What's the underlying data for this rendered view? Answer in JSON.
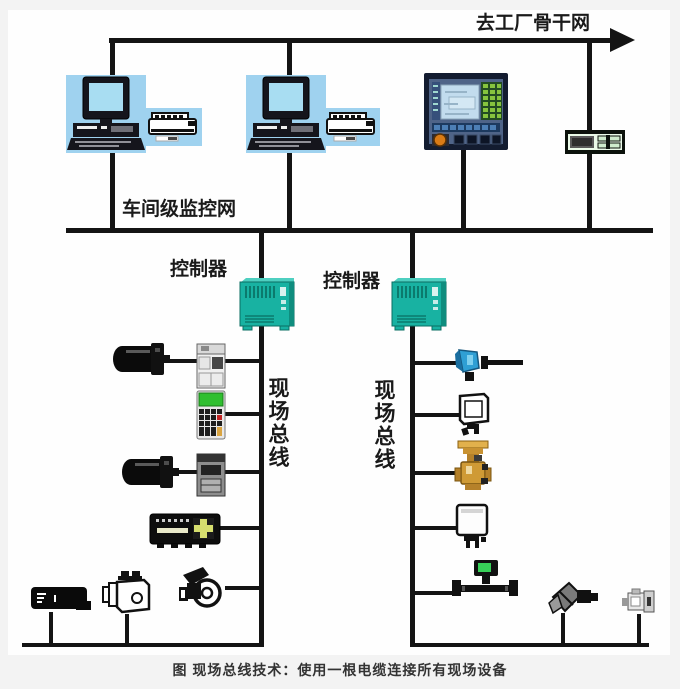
{
  "labels": {
    "backbone": "去工厂骨干网",
    "workshop_net": "车间级监控网",
    "controller_left": "控制器",
    "controller_right": "控制器",
    "fieldbus_left": "现场总线",
    "fieldbus_right": "现场总线",
    "caption": "图  现场总线技术：使用一根电缆连接所有现场设备"
  },
  "colors": {
    "bus_line": "#141414",
    "workstation_bg": "#9fd2ef",
    "controller_teal": "#18b2a2",
    "hmi_frame": "#131c30",
    "hmi_screen": "#c2dcee",
    "keypad_screen_green": "#2fbf2f",
    "valve_brass": "#cf9a35",
    "flowmeter_display_green": "#37d058",
    "sensor_blue": "#2f9fd4"
  },
  "icons": [
    "workstation-icon",
    "printer-icon",
    "hmi-panel-icon",
    "network-bridge-icon",
    "controller-icon",
    "motor-icon",
    "drive-icon",
    "operator-keypad-icon",
    "io-rack-icon",
    "barcode-scanner-icon",
    "camera-icon",
    "pump-icon",
    "pressure-sensor-icon",
    "level-sensor-icon",
    "control-valve-icon",
    "transmitter-icon",
    "flowmeter-icon",
    "gear-pump-icon",
    "small-motor-icon",
    "arrow-right-icon"
  ]
}
